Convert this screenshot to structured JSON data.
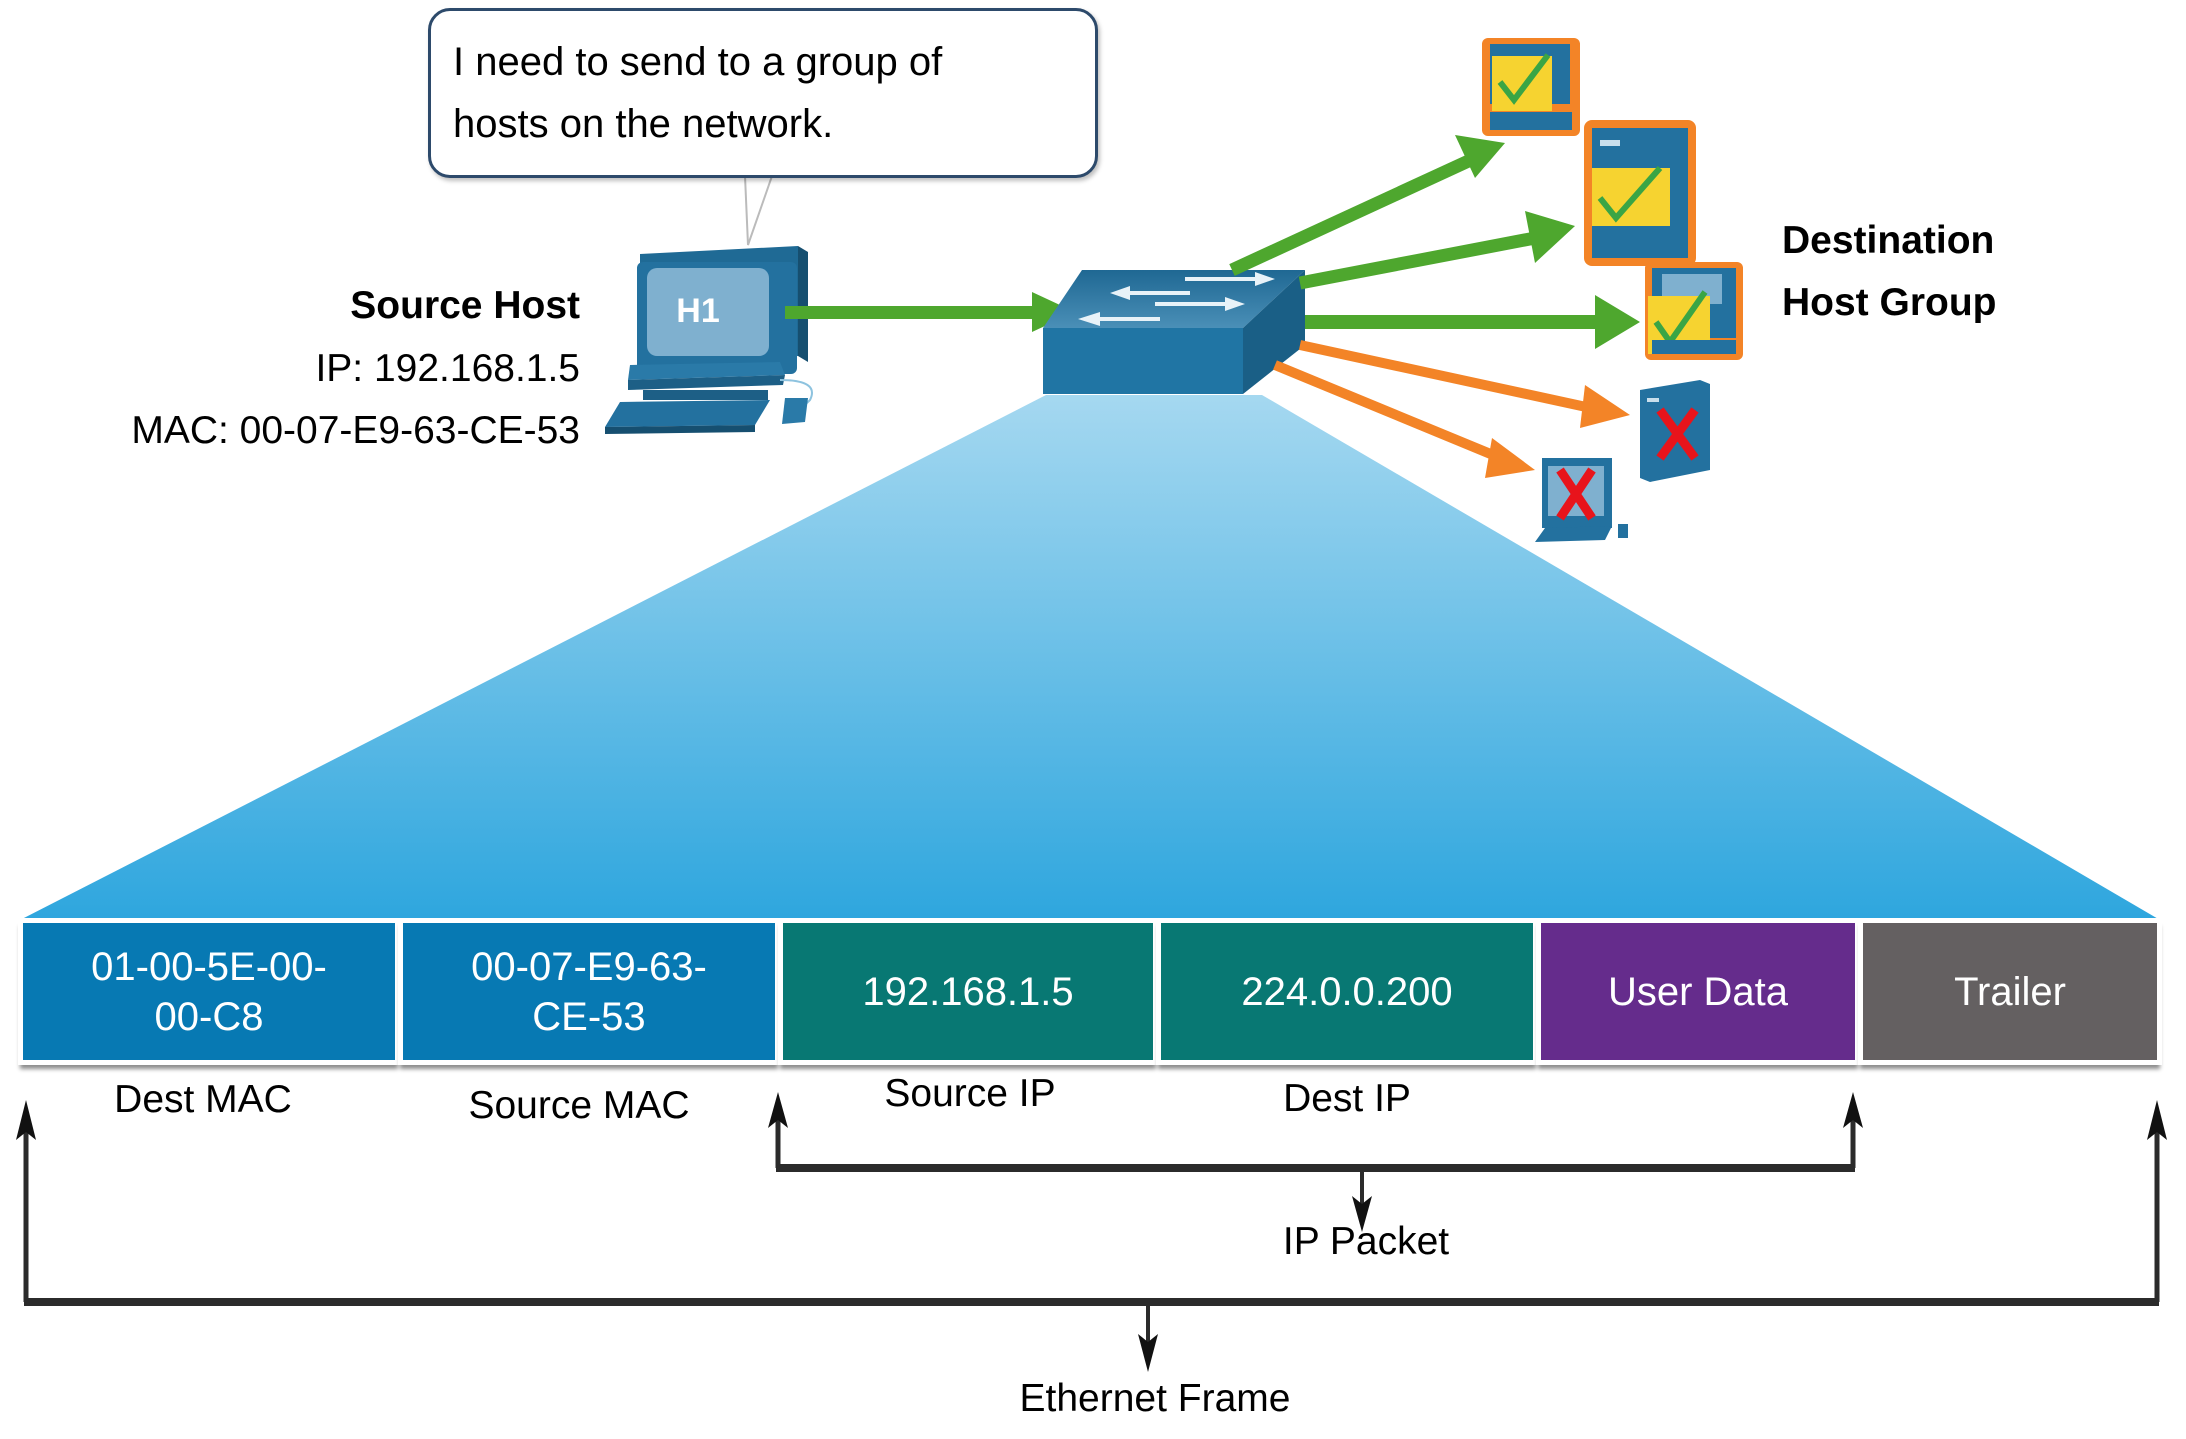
{
  "speech_bubble": {
    "text": "I need to send to a group of\nhosts on the network."
  },
  "source_host": {
    "title": "Source Host",
    "ip_line": "IP: 192.168.1.5",
    "mac_line": "MAC: 00-07-E9-63-CE-53",
    "pc_label": "H1"
  },
  "destination": {
    "line1": "Destination",
    "line2": "Host Group"
  },
  "hosts": [
    {
      "type": "pc",
      "status": "accepted",
      "icon": "check-icon"
    },
    {
      "type": "server",
      "status": "accepted",
      "icon": "check-icon"
    },
    {
      "type": "pc",
      "status": "accepted",
      "icon": "check-icon"
    },
    {
      "type": "server",
      "status": "rejected",
      "icon": "x-icon"
    },
    {
      "type": "pc",
      "status": "rejected",
      "icon": "x-icon"
    }
  ],
  "frame": {
    "fields": [
      {
        "value": "01-00-5E-00-\n00-C8",
        "label": "Dest MAC",
        "color": "#0779b3"
      },
      {
        "value": "00-07-E9-63-\nCE-53",
        "label": "Source MAC",
        "color": "#0779b3"
      },
      {
        "value": "192.168.1.5",
        "label": "Source IP",
        "color": "#087873"
      },
      {
        "value": "224.0.0.200",
        "label": "Dest IP",
        "color": "#087873"
      },
      {
        "value": "User Data",
        "label": "",
        "color": "#652c8c"
      },
      {
        "value": "Trailer",
        "label": "",
        "color": "#646061"
      }
    ],
    "ip_packet_label": "IP Packet",
    "ethernet_frame_label": "Ethernet Frame"
  },
  "colors": {
    "accept_arrow": "#4ea72e",
    "reject_arrow": "#f38427",
    "device_blue": "#23719f",
    "highlight_orange": "#f38427",
    "check_green": "#3aa545",
    "x_red": "#e8141b"
  }
}
